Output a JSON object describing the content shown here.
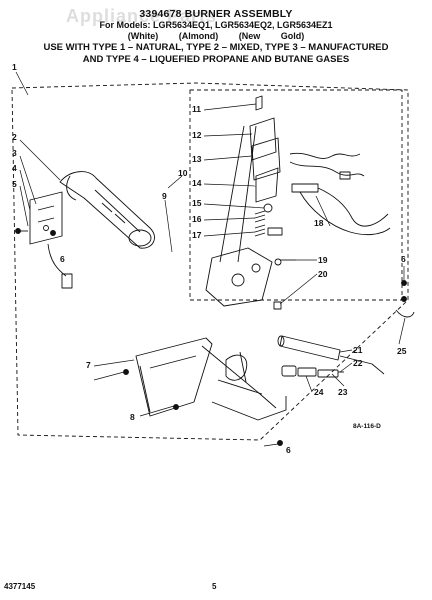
{
  "watermark": "Appliance Parts",
  "title": "3394678 BURNER ASSEMBLY",
  "models": "For Models: LGR5634EQ1, LGR5634EQ2, LGR5634EZ1",
  "colors": "(White) (Almond) (New Gold)",
  "use_line1": "USE WITH TYPE 1 – NATURAL, TYPE 2 – MIXED, TYPE 3 – MANUFACTURED",
  "use_line2": "AND TYPE 4 – LIQUEFIED PROPANE AND BUTANE GASES",
  "callouts": {
    "c1": "1",
    "c2": "2",
    "c3": "3",
    "c4": "4",
    "c5": "5",
    "c6a": "6",
    "c6b": "6",
    "c6c": "6",
    "c7": "7",
    "c8": "8",
    "c9": "9",
    "c10": "10",
    "c11": "11",
    "c12": "12",
    "c13": "13",
    "c14": "14",
    "c15": "15",
    "c16": "16",
    "c17": "17",
    "c18": "18",
    "c19": "19",
    "c20": "20",
    "c21": "21",
    "c22": "22",
    "c23": "23",
    "c24": "24",
    "c25": "25"
  },
  "diagram_code": "8A-116-D",
  "doc_number": "4377145",
  "page_number": "5"
}
